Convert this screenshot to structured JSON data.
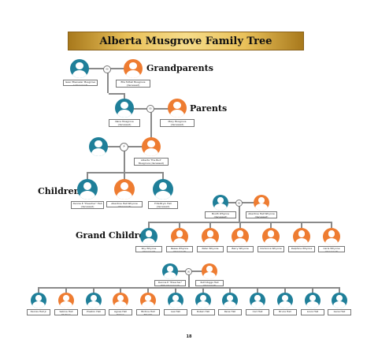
{
  "title": "Alberta Musgrove Family Tree",
  "headings": {
    "grandparents": "Grandparents",
    "parents": "Parents",
    "children": "Children",
    "grand_children": "Grand Children"
  },
  "grandparents": {
    "left": "Isaac Ebenezer Musgrove I (deceased)",
    "right": "Ella Tuttell Musgrove (deceased)"
  },
  "parents": {
    "left": "Nana Musgrove (deceased)",
    "right": "Mary Musgrove (deceased)"
  },
  "alberta": "Alberta 'The Bud' Musgrove (deceased)",
  "children": [
    "Dennis E \"Preacher\" Hall (deceased)",
    "Aberdine Hall Whynne (deceased)",
    "Fritz-Bryin Hall (deceased)"
  ],
  "whynne_couple": {
    "left": "Booth Whynne (deceased)",
    "right": "Aberdine Hall Whynne (deceased)"
  },
  "grand_children": [
    "Roy Whynne (deceased)",
    "Reese Whynne (deceased)",
    "Peter Whynne",
    "Barry Whynne",
    "Dominica Whynne",
    "Delphine Whynne",
    "Carla Whynne (deceased)"
  ],
  "hall_couple": {
    "left": "Dennis E \"Preacher\" Hall (deceased)",
    "right": "Ruth Riggs Hall (deceased)"
  },
  "hall_children": [
    "Dennis Hall Jr.",
    "Sabina Hall Hudson",
    "Preston Hall",
    "Agnes Hall Simon (deceased)",
    "Birdine Hall Shields",
    "Lee Hall",
    "Ruben Hall",
    "Rene Hall",
    "Carl Hall",
    "Bruce Hall",
    "Louis Hall",
    "Gene Hall"
  ],
  "marriage_symbol": "∞",
  "divorce_symbol": "⚡",
  "page_number": "18",
  "colors": {
    "male": "#1f7f99",
    "female": "#ee7c31",
    "banner": "#e9c15a"
  }
}
